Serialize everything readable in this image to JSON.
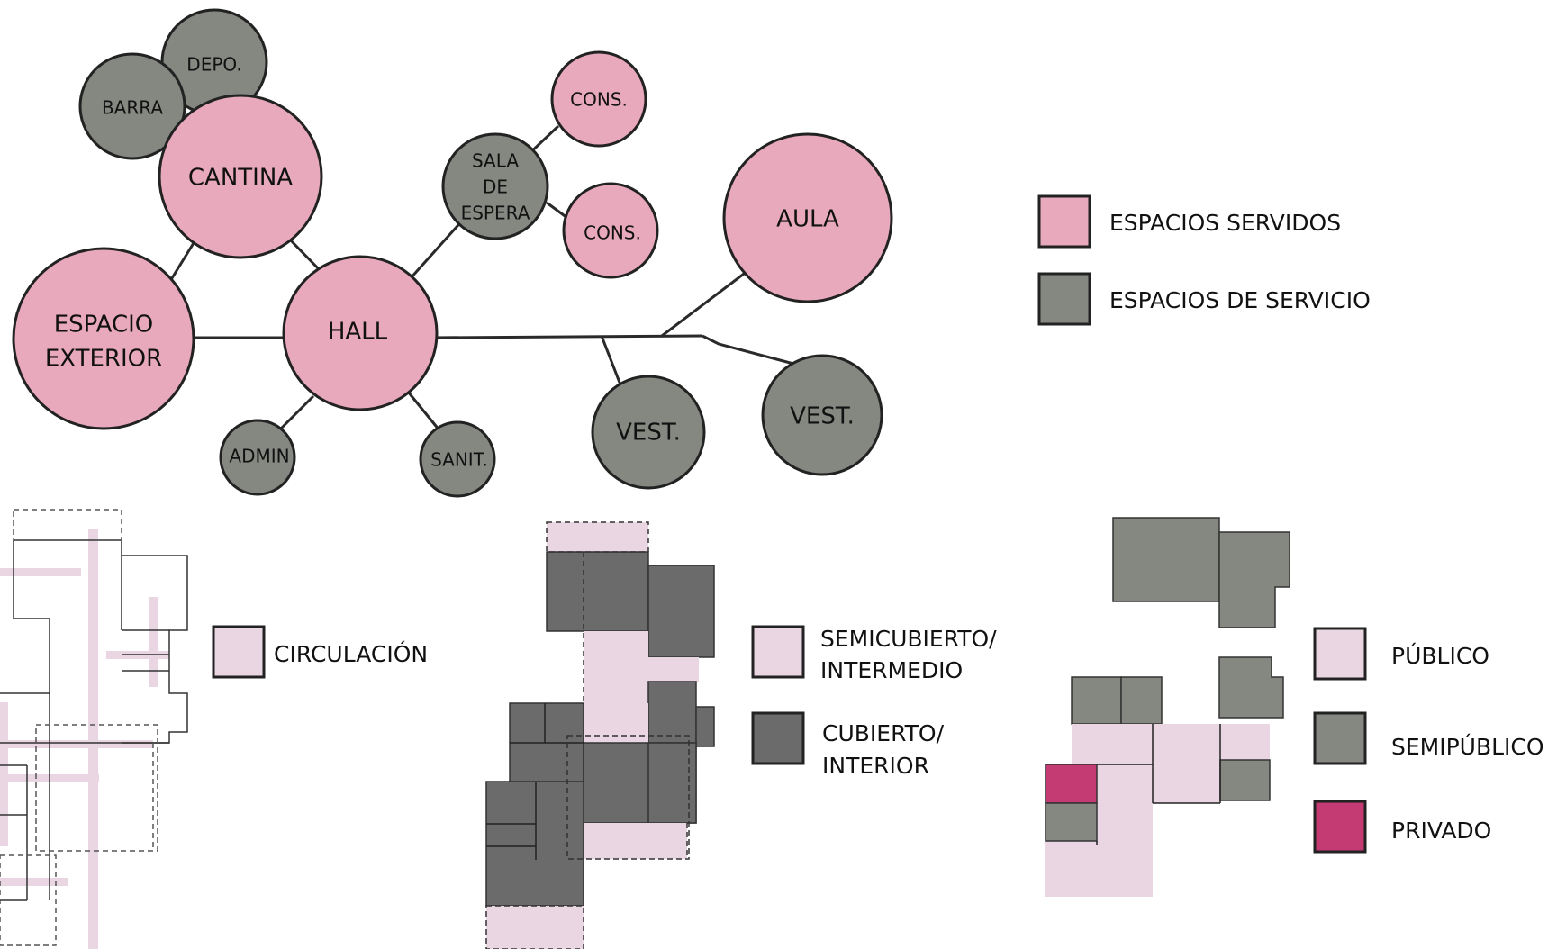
{
  "colors": {
    "served": "#e8a9bd",
    "service": "#858781",
    "circulation": "#ead5e3",
    "semicovered": "#ead5e3",
    "covered": "#6b6b6b",
    "public": "#ead5e3",
    "semipublic": "#858781",
    "private": "#c43a72",
    "line": "#2a2a2a"
  },
  "bubble_diagram": {
    "nodes": {
      "depo": "DEPO.",
      "barra": "BARRA",
      "cantina": "CANTINA",
      "cons_top": "CONS.",
      "sala": [
        "SALA",
        "DE",
        "ESPERA"
      ],
      "cons_mid": "CONS.",
      "aula": "AULA",
      "exterior": [
        "ESPACIO",
        "EXTERIOR"
      ],
      "hall": "HALL",
      "admin": "ADMIN",
      "sanit": "SANIT.",
      "vest_a": "VEST.",
      "vest_b": "VEST."
    },
    "legend": {
      "served": "ESPACIOS SERVIDOS",
      "service": "ESPACIOS DE SERVICIO"
    }
  },
  "plan_circulation": {
    "legend": {
      "circulation": "CIRCULACIÓN"
    }
  },
  "plan_cover": {
    "legend": {
      "semicovered": [
        "SEMICUBIERTO/",
        "INTERMEDIO"
      ],
      "covered": [
        "CUBIERTO/",
        "INTERIOR"
      ]
    }
  },
  "plan_privacy": {
    "legend": {
      "public": "PÚBLICO",
      "semipublic": "SEMIPÚBLICO",
      "private": "PRIVADO"
    }
  }
}
